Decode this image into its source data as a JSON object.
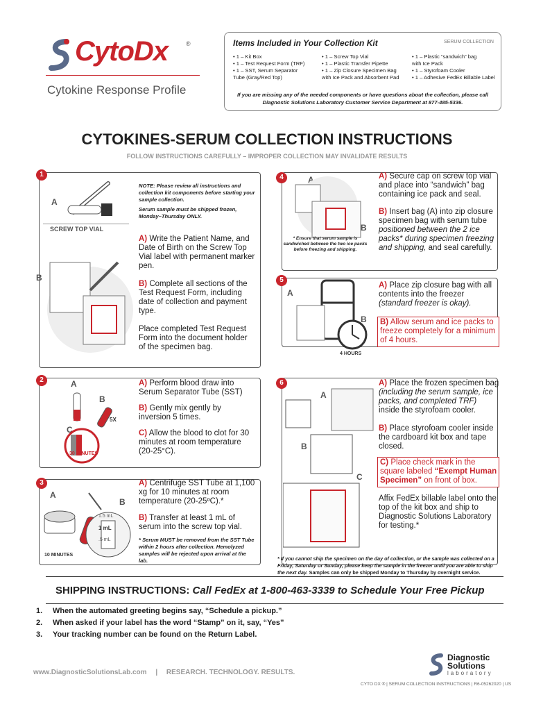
{
  "header": {
    "logo_text": "CytoDx",
    "logo_reg": "®",
    "subtitle": "Cytokine Response Profile"
  },
  "kit": {
    "title": "Items Included in Your Collection Kit",
    "tag": "SERUM COLLECTION",
    "col1": [
      "• 1 – Kit Box",
      "• 1 – Test Request Form (TRF)",
      "• 1 – SST, Serum Separator",
      "   Tube (Gray/Red Top)"
    ],
    "col2": [
      "• 1 – Screw Top Vial",
      "• 1 – Plastic Transfer Pipette",
      "• 1 – Zip Closure Specimen Bag",
      "   with Ice Pack and Absorbent Pad"
    ],
    "col3": [
      "• 1 – Plastic “sandwich” bag",
      "   with Ice Pack",
      "• 1 – Styrofoam Cooler",
      "• 1 – Adhesive FedEx Billable Label"
    ],
    "note": "If you are missing any of the needed components or have questions about the collection, please call Diagnostic Solutions Laboratory Customer Service Department at 877-485-5336."
  },
  "title": "CYTOKINES-SERUM COLLECTION INSTRUCTIONS",
  "subtitle": "FOLLOW INSTRUCTIONS CAREFULLY – IMPROPER COLLECTION MAY INVALIDATE RESULTS",
  "step1": {
    "num": "1",
    "label_a": "A",
    "label_b": "B",
    "vial_label": "SCREW TOP VIAL",
    "note1": "NOTE: Please review all instructions and collection kit components before starting your sample collection.",
    "note2": "Serum sample must be shipped frozen, Monday–Thursday ONLY.",
    "a_head": "A)",
    "a_text": "Write the Patient Name, and Date of Birth on the Screw Top Vial label with permanent marker pen.",
    "b_head": "B)",
    "b_text": "Complete all sections of the Test Request Form, including date of collection and payment type.",
    "c_text": "Place completed Test Request Form into the document holder of the specimen bag."
  },
  "step2": {
    "num": "2",
    "label_a": "A",
    "label_b": "B",
    "label_c": "C",
    "x5": "5X",
    "minutes": "30 MINUTES",
    "a_head": "A)",
    "a_text": "Perform blood draw into Serum Separator Tube (SST)",
    "b_head": "B)",
    "b_text": "Gently mix gently by inversion 5 times.",
    "c_head": "C)",
    "c_text": "Allow the blood to clot for 30 minutes at room temperature (20-25°C)."
  },
  "step3": {
    "num": "3",
    "label_a": "A",
    "label_b": "B",
    "minutes": "10 MINUTES",
    "ml15": "1.5 mL",
    "ml1": "1 mL",
    "ml5": ".5 mL",
    "a_head": "A)",
    "a_text": "Centrifuge SST Tube at 1,100 xg for 10 minutes at room temperature (20-25ºC).*",
    "b_head": "B)",
    "b_text": "Transfer at least 1 mL of serum into the screw top vial.",
    "note": "* Serum MUST be removed from the SST Tube within 2 hours after collection. Hemolyzed samples will be rejected upon arrival at the lab."
  },
  "step4": {
    "num": "4",
    "label_a": "A",
    "label_b": "B",
    "img_note": "* Ensure that serum sample is sandwiched between the two ice packs before freezing and shipping.",
    "a_head": "A)",
    "a_text": "Secure cap on screw top vial and place into “sandwich” bag containing ice pack and seal.",
    "b_head": "B)",
    "b_text1": "Insert bag (A) into zip closure specimen bag with serum tube",
    "b_italic": "positioned between the 2 ice packs* during specimen freezing and shipping,",
    "b_text2": "and seal carefully."
  },
  "step5": {
    "num": "5",
    "label_a": "A",
    "label_b": "B",
    "hours": "4 HOURS",
    "a_head": "A)",
    "a_text": "Place zip closure bag with all contents into the freezer",
    "a_italic": "(standard freezer is okay).",
    "b_head": "B)",
    "b_text": "Allow serum and ice packs to freeze completely for a minimum of 4 hours."
  },
  "step6": {
    "num": "6",
    "label_a": "A",
    "label_b": "B",
    "label_c": "C",
    "a_head": "A)",
    "a_text1": "Place the frozen specimen bag",
    "a_italic": "(including the serum sample, ice packs, and completed TRF)",
    "a_text2": "inside the styrofoam cooler.",
    "b_head": "B)",
    "b_text": "Place styrofoam cooler inside the cardboard kit box and tape closed.",
    "c_head": "C)",
    "c_text1": "Place check mark in the square labeled",
    "c_bold": "“Exempt Human Specimen”",
    "c_text2": "on front of box.",
    "d_text": "Affix FedEx billable label onto the top of the kit box and ship to Diagnostic Solutions Laboratory for testing.*",
    "note1": "* If you cannot ship the specimen on the day of collection, or the sample was collected on a Friday, Saturday or Sunday, please keep the sample in the freezer until you are able to ship the next day.",
    "note2": "Samples can only be shipped Monday to Thursday by overnight service."
  },
  "shipping": {
    "title": "SHIPPING INSTRUCTIONS:",
    "title_italic": "Call FedEx at 1-800-463-3339 to Schedule Your Free Pickup",
    "items": [
      {
        "n": "1.",
        "t": "When the automated greeting begins say, “Schedule a pickup.”"
      },
      {
        "n": "2.",
        "t": "When asked if your label has the word “Stamp” on it, say, “Yes”"
      },
      {
        "n": "3.",
        "t": "Your tracking number can be found on the Return Label."
      }
    ]
  },
  "footer": {
    "url": "www.DiagnosticSolutionsLab.com",
    "sep": "|",
    "tagline": "RESEARCH. TECHNOLOGY. RESULTS.",
    "ds_name1": "Diagnostic",
    "ds_name2": "Solutions",
    "ds_lab": "laboratory",
    "fine": "CYTO DX ® | SERUM COLLECTION INSTRUCTIONS | R6-05262020 | US"
  },
  "colors": {
    "accent": "#c9252c",
    "text": "#222222",
    "muted": "#999999"
  }
}
